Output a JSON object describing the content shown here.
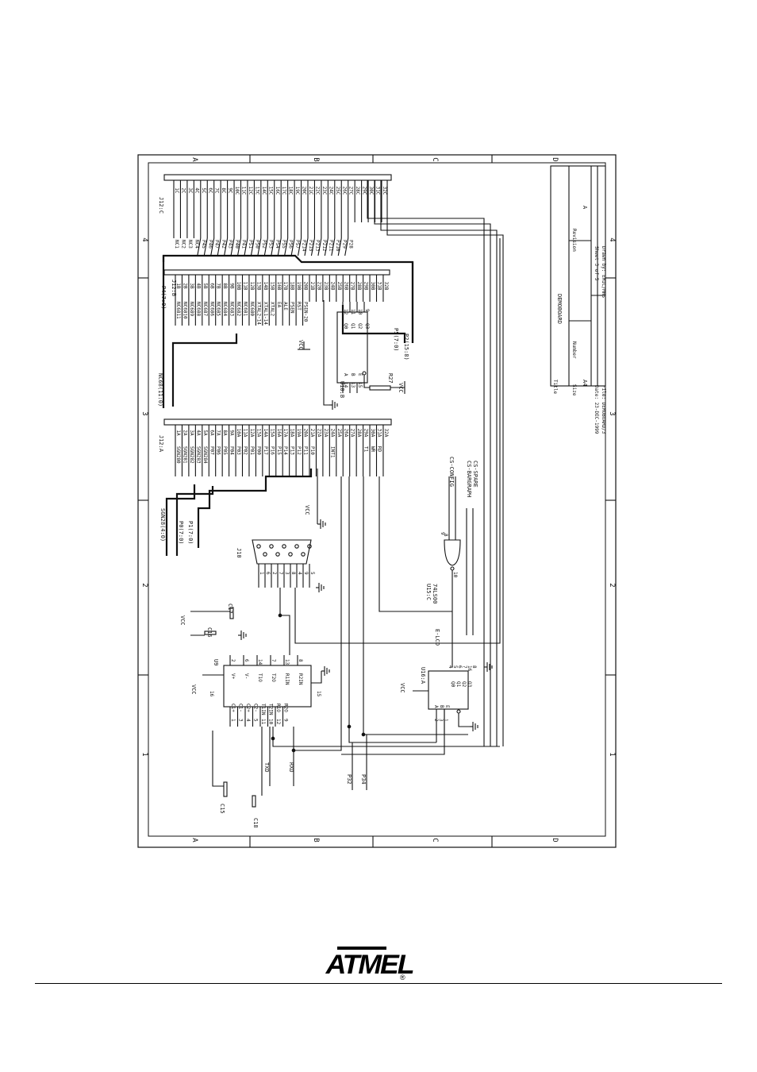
{
  "sheet": {
    "columns": [
      "A",
      "B",
      "C",
      "D"
    ],
    "rows": [
      "1",
      "2",
      "3",
      "4"
    ]
  },
  "title_block": {
    "title_label": "Title",
    "title": "DEMOBOARD",
    "size_label": "Size",
    "size": "A4",
    "number_label": "Number",
    "revision_label": "Revision",
    "revision": "A",
    "date": "Date: 23-DEC-1999",
    "sheet": "Sheet 3 of 5",
    "file": "File: DEMOBOARD/3",
    "drawn_by": "Drawn by: EMIC/MHS"
  },
  "j12c": {
    "ref": "J12:C",
    "pins": [
      "1C",
      "2C",
      "3C",
      "4C",
      "5C",
      "6C",
      "7C",
      "8C",
      "9C",
      "10C",
      "11C",
      "12C",
      "13C",
      "14C",
      "15C",
      "16C",
      "17C",
      "18C",
      "19C",
      "20C",
      "21C",
      "22C",
      "23C",
      "24C",
      "25C",
      "26C",
      "27C",
      "28C",
      "29C",
      "30C",
      "31C",
      "32C"
    ],
    "nets": [
      "NC1",
      "NC2",
      "NC3",
      "NC4",
      "P45",
      "P46",
      "P47",
      "P42",
      "P43",
      "P40",
      "P41",
      "P51",
      "P50",
      "P52",
      "P53",
      "P54",
      "P55",
      "P56",
      "P57",
      "P214",
      "P215",
      "P213",
      "P212",
      "P211",
      "P210",
      "P29",
      "P28"
    ]
  },
  "j12b": {
    "ref": "J12:B",
    "bus_p4": "P4(7:0)",
    "bus_nc68": "NC68(11:0)",
    "bus_p5": "P5(7:0)",
    "bus_p2": "P2(15:8)",
    "vcc": "VCC",
    "pins": [
      "1B",
      "2B",
      "3B",
      "4B",
      "5B",
      "6B",
      "7B",
      "8B",
      "9B",
      "10B",
      "11B",
      "12B",
      "13B",
      "14B",
      "15B",
      "16B",
      "17B",
      "18B",
      "19B",
      "20B",
      "21B",
      "22B",
      "23B",
      "24B",
      "25B",
      "26B",
      "27B",
      "28B",
      "29B",
      "30B",
      "31B",
      "32B"
    ],
    "nets": [
      "NC6811",
      "NC6810",
      "NC689",
      "NC688",
      "NC687",
      "NC686",
      "NC685",
      "NC684",
      "NC683",
      "NC682",
      "NC681",
      "NC680",
      "XTAL2-14",
      "XTAL1-14",
      "XTAL2",
      "EA",
      "ALE",
      "PSEN",
      "RST",
      "PSEN-20"
    ]
  },
  "u10": {
    "ref": "U10:B",
    "left_pins": [
      "14",
      "13",
      "15"
    ],
    "left_names": [
      "A",
      "B",
      "E"
    ],
    "right_pins": [
      "12",
      "11",
      "10",
      "9"
    ],
    "right_names": [
      "Q0",
      "Q1",
      "Q2",
      "Q3"
    ]
  },
  "r27": {
    "ref": "R27",
    "vcc": "VCC"
  },
  "j12a": {
    "ref": "J12:A",
    "bus_sgn": "SGN28(4:0)",
    "bus_p0": "P0(7:0)",
    "bus_p1": "P1(7:0)",
    "vcc": "VCC",
    "pins": [
      "1A",
      "2A",
      "3A",
      "4A",
      "5A",
      "6A",
      "7A",
      "8A",
      "9A",
      "10A",
      "11A",
      "12A",
      "13A",
      "14A",
      "15A",
      "16A",
      "17A",
      "18A",
      "19A",
      "20A",
      "21A",
      "22A",
      "23A",
      "24A",
      "25A",
      "26A",
      "27A",
      "28A",
      "29A",
      "30A",
      "31A",
      "32A"
    ],
    "nets": [
      "SGN280",
      "SGN281",
      "SGN282",
      "SGN283",
      "SGN284",
      "P07",
      "P06",
      "P05",
      "P04",
      "P03",
      "P02",
      "P01",
      "P00",
      "P17",
      "P16",
      "P15",
      "P14",
      "P13",
      "P12",
      "P11",
      "P10",
      "INT1",
      "T1",
      "WR",
      "RD"
    ]
  },
  "j10": {
    "ref": "J10",
    "pins": [
      "1",
      "6",
      "2",
      "7",
      "3",
      "8",
      "4",
      "9",
      "5"
    ]
  },
  "u15": {
    "ref": "U15:C",
    "part": "74LS00",
    "pins": [
      "9",
      "10",
      "8"
    ],
    "nets": [
      "CS-CONFIG",
      "CS-BARGRAPH",
      "CS-SPARE",
      "E-LCD"
    ]
  },
  "u9": {
    "ref": "U9",
    "vcc": "VCC",
    "left_pins": [
      "1",
      "3",
      "4",
      "5",
      "11",
      "10",
      "12",
      "9"
    ],
    "left_names": [
      "C1+",
      "C1-",
      "C2+",
      "C2-",
      "T1IN",
      "T2IN",
      "R1O",
      "R2O"
    ],
    "right_pins": [
      "2",
      "6",
      "14",
      "7",
      "13",
      "8"
    ],
    "right_names": [
      "V+",
      "V-",
      "T1O",
      "T2O",
      "R1IN",
      "R2IN"
    ],
    "power_pins": [
      "16",
      "15"
    ]
  },
  "caps": [
    "C15",
    "C16",
    "C17",
    "C18"
  ],
  "u16": {
    "ref": "U16:A",
    "vcc": "VCC",
    "pins": [
      "2",
      "3",
      "1",
      "4",
      "5",
      "6",
      "7",
      "16",
      "8"
    ],
    "names": [
      "A",
      "B",
      "E",
      "Q0",
      "Q1",
      "Q2",
      "Q3"
    ]
  },
  "net_labels": [
    "TXD",
    "RXD",
    "P32",
    "P34"
  ],
  "footer": {
    "logo": "ATMEL",
    "registered": "®"
  }
}
